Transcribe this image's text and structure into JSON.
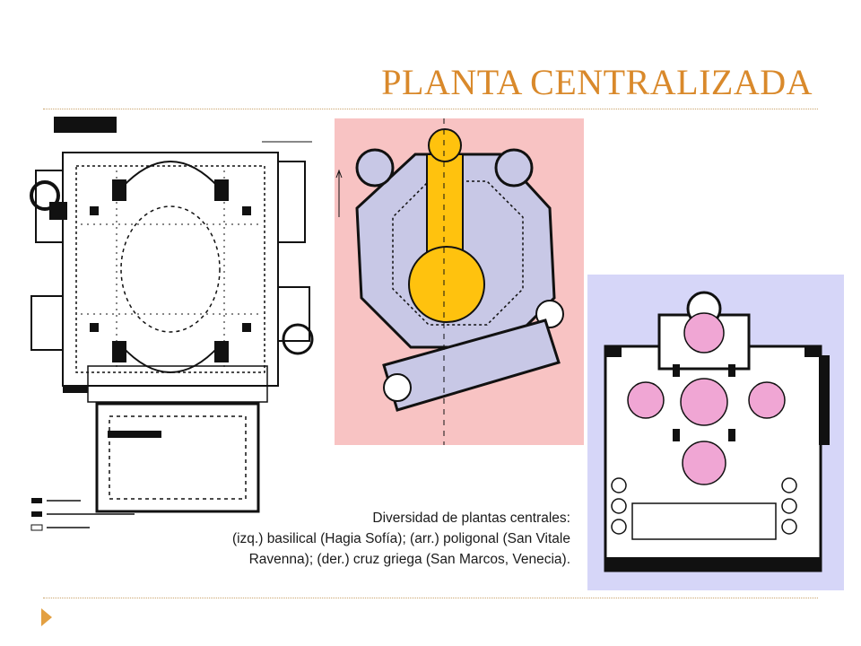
{
  "slide": {
    "title": "PLANTA CENTRALIZADA",
    "caption": {
      "line1": "Diversidad de plantas centrales:",
      "line2": "(izq.) basilical (Hagia Sofía); (arr.) poligonal (San Vitale",
      "line3": "Ravenna); (der.) cruz griega (San Marcos, Venecia)."
    },
    "colors": {
      "title": "#D9892B",
      "bullet": "#E3A042",
      "vitale_background": "#F8C3C3",
      "vitale_highlight": "#FFC20E",
      "marcos_background": "#D6D6F8",
      "marcos_domes": "#F0A6D4"
    }
  }
}
